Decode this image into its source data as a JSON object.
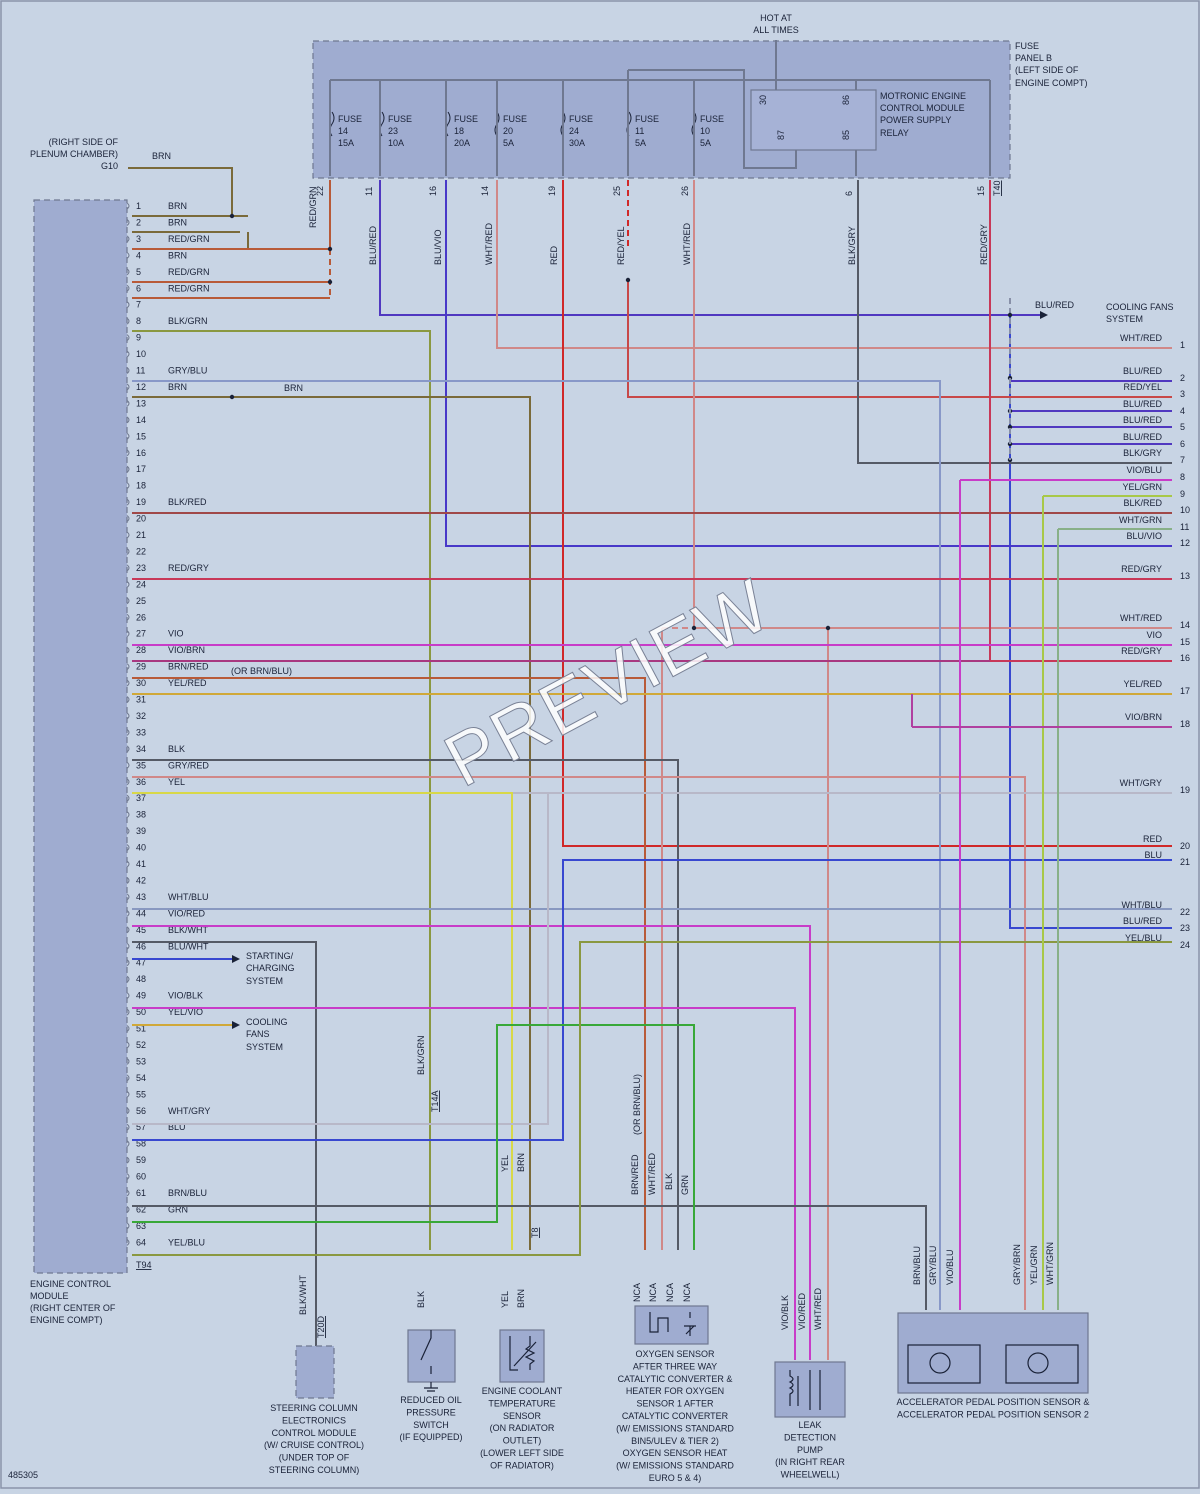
{
  "header": {
    "hot_line1": "HOT AT",
    "hot_line2": "ALL TIMES"
  },
  "fuse_panel": {
    "label": [
      "FUSE",
      "PANEL B",
      "(LEFT SIDE OF",
      "ENGINE COMPT)"
    ]
  },
  "fuses": [
    {
      "name": "FUSE",
      "num": "14",
      "amp": "15A"
    },
    {
      "name": "FUSE",
      "num": "23",
      "amp": "10A"
    },
    {
      "name": "FUSE",
      "num": "18",
      "amp": "20A"
    },
    {
      "name": "FUSE",
      "num": "20",
      "amp": "5A"
    },
    {
      "name": "FUSE",
      "num": "24",
      "amp": "30A"
    },
    {
      "name": "FUSE",
      "num": "11",
      "amp": "5A"
    },
    {
      "name": "FUSE",
      "num": "10",
      "amp": "5A"
    }
  ],
  "relay": {
    "label": [
      "MOTRONIC ENGINE",
      "CONTROL MODULE",
      "POWER SUPPLY",
      "RELAY"
    ],
    "pins": [
      "30",
      "87",
      "86",
      "85"
    ]
  },
  "ground": {
    "label": [
      "(RIGHT SIDE OF",
      "PLENUM CHAMBER)"
    ],
    "id": "G10",
    "wire": "BRN"
  },
  "panel_pins": [
    "22",
    "11",
    "16",
    "14",
    "19",
    "25",
    "26",
    "6",
    "15",
    "T40"
  ],
  "drop_labels": [
    "RED/GRN",
    "BLU/RED",
    "BLU/VIO",
    "WHT/RED",
    "RED",
    "RED/YEL",
    "WHT/RED",
    "BLK/GRY",
    "RED/GRY"
  ],
  "ecm": {
    "label": [
      "ENGINE CONTROL",
      "MODULE",
      "(RIGHT CENTER OF",
      "ENGINE COMPT)"
    ],
    "connector": "T94",
    "pins": [
      {
        "n": "1",
        "w": "BRN"
      },
      {
        "n": "2",
        "w": "BRN"
      },
      {
        "n": "3",
        "w": "RED/GRN"
      },
      {
        "n": "4",
        "w": "BRN"
      },
      {
        "n": "5",
        "w": "RED/GRN"
      },
      {
        "n": "6",
        "w": "RED/GRN"
      },
      {
        "n": "7",
        "w": ""
      },
      {
        "n": "8",
        "w": "BLK/GRN"
      },
      {
        "n": "9",
        "w": ""
      },
      {
        "n": "10",
        "w": ""
      },
      {
        "n": "11",
        "w": "GRY/BLU"
      },
      {
        "n": "12",
        "w": "BRN"
      },
      {
        "n": "13",
        "w": ""
      },
      {
        "n": "14",
        "w": ""
      },
      {
        "n": "15",
        "w": ""
      },
      {
        "n": "16",
        "w": ""
      },
      {
        "n": "17",
        "w": ""
      },
      {
        "n": "18",
        "w": ""
      },
      {
        "n": "19",
        "w": "BLK/RED"
      },
      {
        "n": "20",
        "w": ""
      },
      {
        "n": "21",
        "w": ""
      },
      {
        "n": "22",
        "w": ""
      },
      {
        "n": "23",
        "w": "RED/GRY"
      },
      {
        "n": "24",
        "w": ""
      },
      {
        "n": "25",
        "w": ""
      },
      {
        "n": "26",
        "w": ""
      },
      {
        "n": "27",
        "w": "VIO"
      },
      {
        "n": "28",
        "w": "VIO/BRN"
      },
      {
        "n": "29",
        "w": "BRN/RED"
      },
      {
        "n": "30",
        "w": "YEL/RED"
      },
      {
        "n": "31",
        "w": ""
      },
      {
        "n": "32",
        "w": ""
      },
      {
        "n": "33",
        "w": ""
      },
      {
        "n": "34",
        "w": "BLK"
      },
      {
        "n": "35",
        "w": "GRY/RED"
      },
      {
        "n": "36",
        "w": "YEL"
      },
      {
        "n": "37",
        "w": ""
      },
      {
        "n": "38",
        "w": ""
      },
      {
        "n": "39",
        "w": ""
      },
      {
        "n": "40",
        "w": ""
      },
      {
        "n": "41",
        "w": ""
      },
      {
        "n": "42",
        "w": ""
      },
      {
        "n": "43",
        "w": "WHT/BLU"
      },
      {
        "n": "44",
        "w": "VIO/RED"
      },
      {
        "n": "45",
        "w": "BLK/WHT"
      },
      {
        "n": "46",
        "w": "BLU/WHT"
      },
      {
        "n": "47",
        "w": ""
      },
      {
        "n": "48",
        "w": ""
      },
      {
        "n": "49",
        "w": "VIO/BLK"
      },
      {
        "n": "50",
        "w": "YEL/VIO"
      },
      {
        "n": "51",
        "w": ""
      },
      {
        "n": "52",
        "w": ""
      },
      {
        "n": "53",
        "w": ""
      },
      {
        "n": "54",
        "w": ""
      },
      {
        "n": "55",
        "w": ""
      },
      {
        "n": "56",
        "w": "WHT/GRY"
      },
      {
        "n": "57",
        "w": "BLU"
      },
      {
        "n": "58",
        "w": ""
      },
      {
        "n": "59",
        "w": ""
      },
      {
        "n": "60",
        "w": ""
      },
      {
        "n": "61",
        "w": "BRN/BLU"
      },
      {
        "n": "62",
        "w": "GRN"
      },
      {
        "n": "63",
        "w": ""
      },
      {
        "n": "64",
        "w": "YEL/BLU"
      }
    ],
    "pin12_branch": "BRN",
    "pin29_note": "(OR BRN/BLU)"
  },
  "side_refs": [
    {
      "label": [
        "STARTING/",
        "CHARGING",
        "SYSTEM"
      ]
    },
    {
      "label": [
        "COOLING",
        "FANS",
        "SYSTEM"
      ]
    }
  ],
  "right_labels": [
    {
      "n": "1",
      "w": "WHT/RED"
    },
    {
      "n": "2",
      "w": "BLU/RED"
    },
    {
      "n": "3",
      "w": "RED/YEL"
    },
    {
      "n": "4",
      "w": "BLU/RED"
    },
    {
      "n": "5",
      "w": "BLU/RED"
    },
    {
      "n": "6",
      "w": "BLU/RED"
    },
    {
      "n": "7",
      "w": "BLK/GRY"
    },
    {
      "n": "8",
      "w": "VIO/BLU"
    },
    {
      "n": "9",
      "w": "YEL/GRN"
    },
    {
      "n": "10",
      "w": "BLK/RED"
    },
    {
      "n": "11",
      "w": "WHT/GRN"
    },
    {
      "n": "12",
      "w": "BLU/VIO"
    },
    {
      "n": "13",
      "w": "RED/GRY"
    },
    {
      "n": "14",
      "w": "WHT/RED"
    },
    {
      "n": "15",
      "w": "VIO"
    },
    {
      "n": "16",
      "w": "RED/GRY"
    },
    {
      "n": "17",
      "w": "YEL/RED"
    },
    {
      "n": "18",
      "w": "VIO/BRN"
    },
    {
      "n": "19",
      "w": "WHT/GRY"
    },
    {
      "n": "20",
      "w": "RED"
    },
    {
      "n": "21",
      "w": "BLU"
    },
    {
      "n": "22",
      "w": "WHT/BLU"
    },
    {
      "n": "23",
      "w": "BLU/RED"
    },
    {
      "n": "24",
      "w": "YEL/BLU"
    }
  ],
  "cooling_fans_top": {
    "wire": "BLU/RED",
    "label": [
      "COOLING FANS",
      "SYSTEM"
    ]
  },
  "connectors": [
    "T14A",
    "T8",
    "T20D"
  ],
  "vertical_labels": [
    "BLK/GRN",
    "YEL",
    "BRN",
    "BRN/RED",
    "WHT/RED",
    "BLK",
    "GRN",
    "(OR BRN/BLU)",
    "BLK/WHT",
    "BLK",
    "YEL",
    "BRN",
    "VIO/BLK",
    "VIO/RED",
    "WHT/RED",
    "BRN/BLU",
    "GRY/BLU",
    "VIO/BLU",
    "GRY/BRN",
    "YEL/GRN",
    "WHT/GRN"
  ],
  "nca": "NCA",
  "components": [
    {
      "id": "steering",
      "label": [
        "STEERING COLUMN",
        "ELECTRONICS",
        "CONTROL MODULE",
        "(W/ CRUISE CONTROL)",
        "(UNDER TOP OF",
        "STEERING COLUMN)"
      ]
    },
    {
      "id": "oil",
      "label": [
        "REDUCED OIL",
        "PRESSURE",
        "SWITCH",
        "(IF EQUIPPED)"
      ]
    },
    {
      "id": "coolant",
      "label": [
        "ENGINE COOLANT",
        "TEMPERATURE",
        "SENSOR",
        "(ON RADIATOR",
        "OUTLET)",
        "(LOWER LEFT SIDE",
        "OF RADIATOR)"
      ]
    },
    {
      "id": "o2",
      "label": [
        "OXYGEN SENSOR",
        "AFTER THREE WAY",
        "CATALYTIC CONVERTER &",
        "HEATER FOR OXYGEN",
        "SENSOR 1 AFTER",
        "CATALYTIC CONVERTER",
        "(W/ EMISSIONS STANDARD",
        "BIN5/ULEV & TIER 2)",
        "OXYGEN SENSOR HEAT",
        "(W/ EMISSIONS STANDARD",
        "EURO 5 & 4)"
      ]
    },
    {
      "id": "leak",
      "label": [
        "LEAK",
        "DETECTION",
        "PUMP",
        "(IN RIGHT REAR",
        "WHEELWELL)"
      ]
    },
    {
      "id": "pedal",
      "label": [
        "ACCELERATOR PEDAL POSITION SENSOR &",
        "ACCELERATOR PEDAL POSITION SENSOR 2"
      ]
    }
  ],
  "footer_id": "485305",
  "watermark": "PREVIEW",
  "colors": {
    "bg": "#c8d4e4",
    "box": "#9facd0",
    "wire_red": "#d02828",
    "wire_blu": "#3848d0",
    "wire_vio": "#c83cc8",
    "wire_grn": "#38a838",
    "wire_yel": "#d8d848"
  }
}
